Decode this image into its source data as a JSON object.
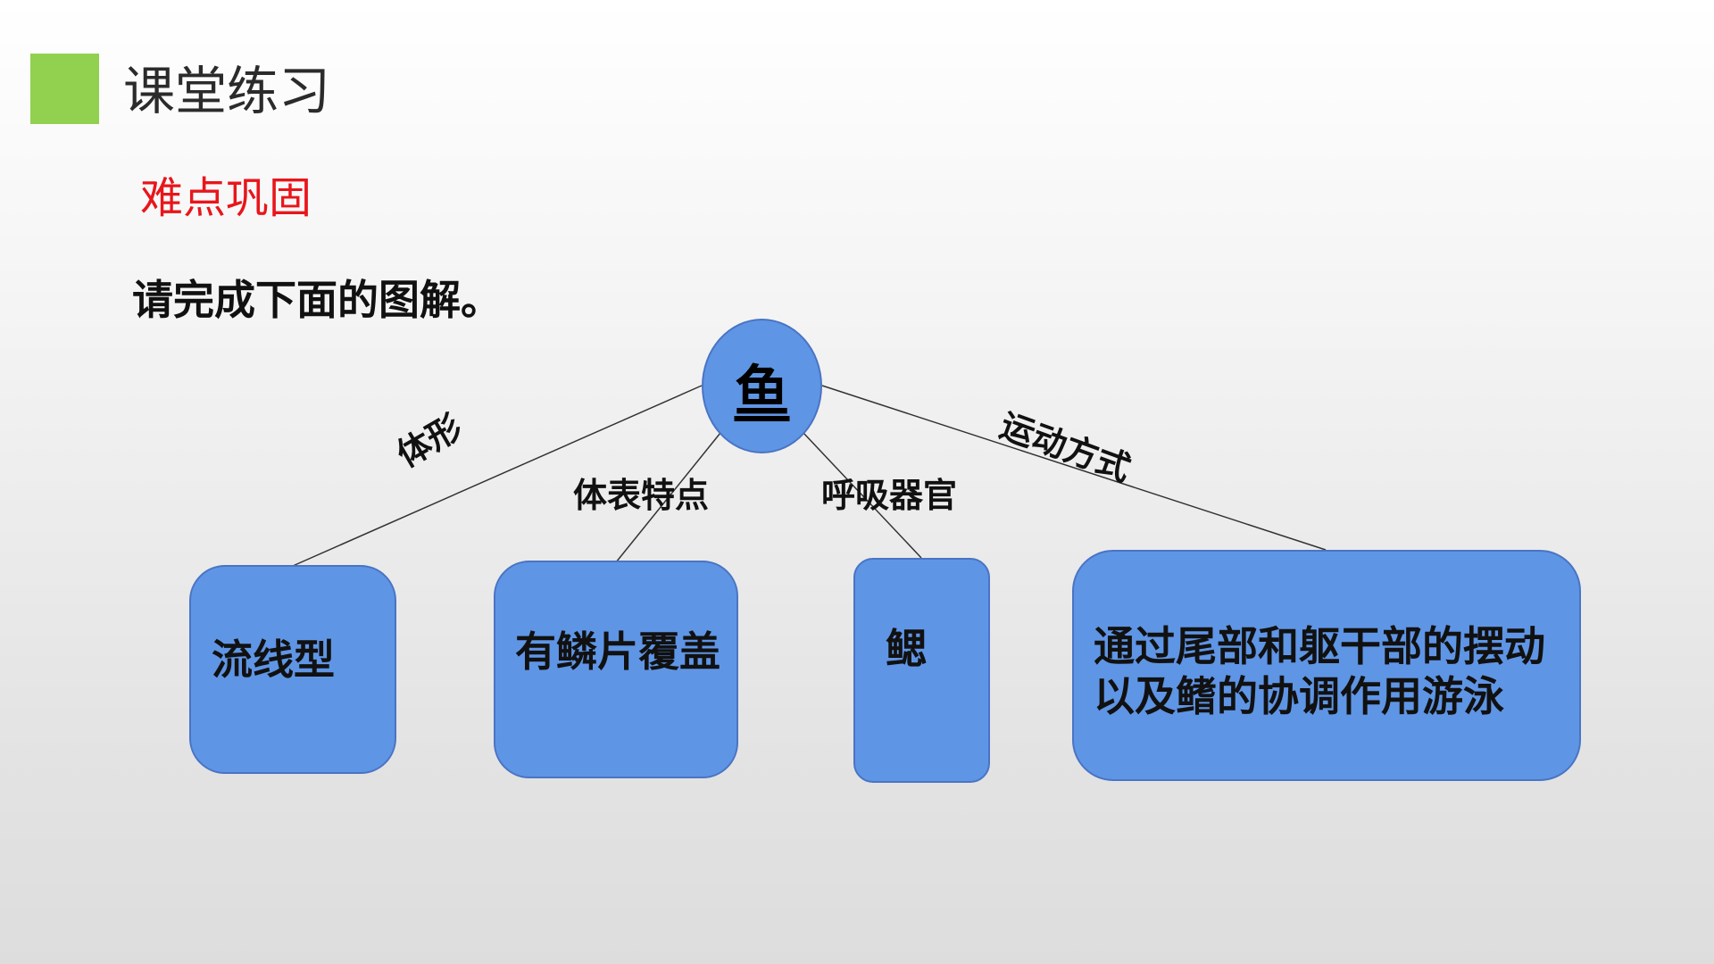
{
  "header": {
    "title": "课堂练习",
    "subtitle": "难点巩固",
    "instruction": "请完成下面的图解。",
    "accent_color": "#92d050",
    "subtitle_color": "#e8161b"
  },
  "diagram": {
    "root": {
      "label": "鱼"
    },
    "branches": [
      {
        "edge_label": "体形",
        "answer": "流线型"
      },
      {
        "edge_label": "体表特点",
        "answer": "有鳞片覆盖"
      },
      {
        "edge_label": "呼吸器官",
        "answer": "鳃"
      },
      {
        "edge_label": "运动方式",
        "answer_line1": "通过尾部和躯干部的摆动",
        "answer_line2": "以及鳍的协调作用游泳"
      }
    ],
    "node_color": "#5f95e5"
  }
}
